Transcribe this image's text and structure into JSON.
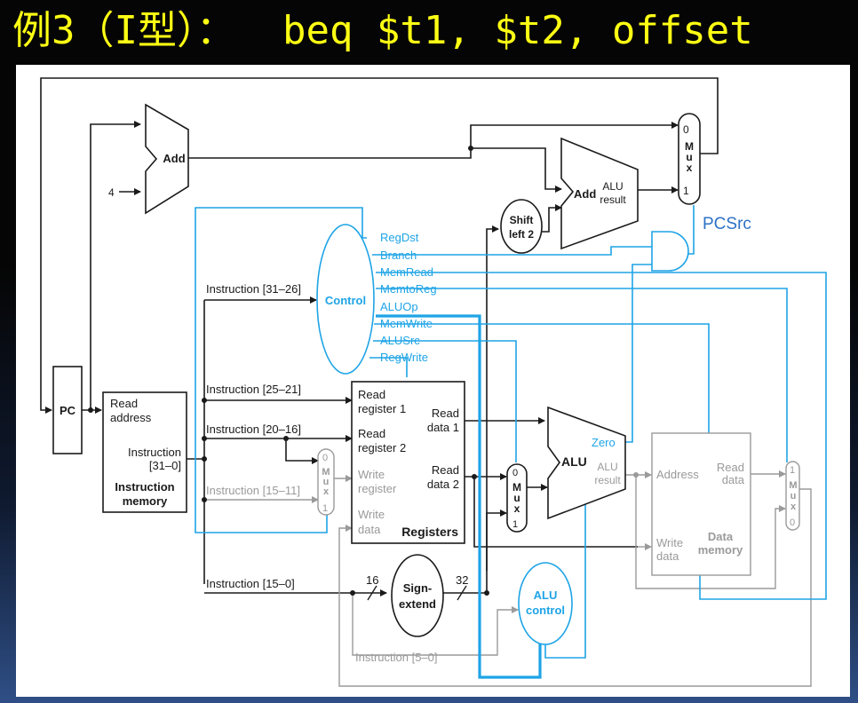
{
  "slide_title": "例3（I型）：  beq $t1, $t2, offset",
  "labels": {
    "pc": "PC",
    "add_top": "Add",
    "const4": "4",
    "add_branch": "Add",
    "alu_result_top1": "ALU",
    "alu_result_top2": "result",
    "shift1": "Shift",
    "shift2": "left 2",
    "mux": [
      "M",
      "u",
      "x"
    ],
    "mux_0": "0",
    "mux_1": "1",
    "pcsrc": "PCSrc",
    "control": "Control",
    "ctrl_signals": [
      "RegDst",
      "Branch",
      "MemRead",
      "MemtoReg",
      "ALUOp",
      "MemWrite",
      "ALUSrc",
      "RegWrite"
    ],
    "im_read1": "Read",
    "im_read2": "address",
    "im_instr1": "Instruction",
    "im_instr2": "[31–0]",
    "im_name1": "Instruction",
    "im_name2": "memory",
    "instr_31_26": "Instruction [31–26]",
    "instr_25_21": "Instruction [25–21]",
    "instr_20_16": "Instruction [20–16]",
    "instr_15_11": "Instruction [15–11]",
    "instr_15_0": "Instruction [15–0]",
    "instr_5_0": "Instruction [5–0]",
    "reg_rr1a": "Read",
    "reg_rr1b": "register 1",
    "reg_rr2a": "Read",
    "reg_rr2b": "register 2",
    "reg_wra": "Write",
    "reg_wrb": "register",
    "reg_wda": "Write",
    "reg_wdb": "data",
    "reg_rd1a": "Read",
    "reg_rd1b": "data 1",
    "reg_rd2a": "Read",
    "reg_rd2b": "data 2",
    "reg_name": "Registers",
    "alu": "ALU",
    "zero": "Zero",
    "alu_res1": "ALU",
    "alu_res2": "result",
    "dm_addr": "Address",
    "dm_rd1": "Read",
    "dm_rd2": "data",
    "dm_wd1": "Write",
    "dm_wd2": "data",
    "dm_name1": "Data",
    "dm_name2": "memory",
    "sign1": "Sign-",
    "sign2": "extend",
    "w16": "16",
    "w32": "32",
    "aluctl1": "ALU",
    "aluctl2": "control"
  },
  "colors": {
    "active": "#1a1a1a",
    "control": "#1ea4e6",
    "inactive": "#9a9a9a",
    "title": "#ffff14",
    "pcsrc": "#2c72c6"
  }
}
